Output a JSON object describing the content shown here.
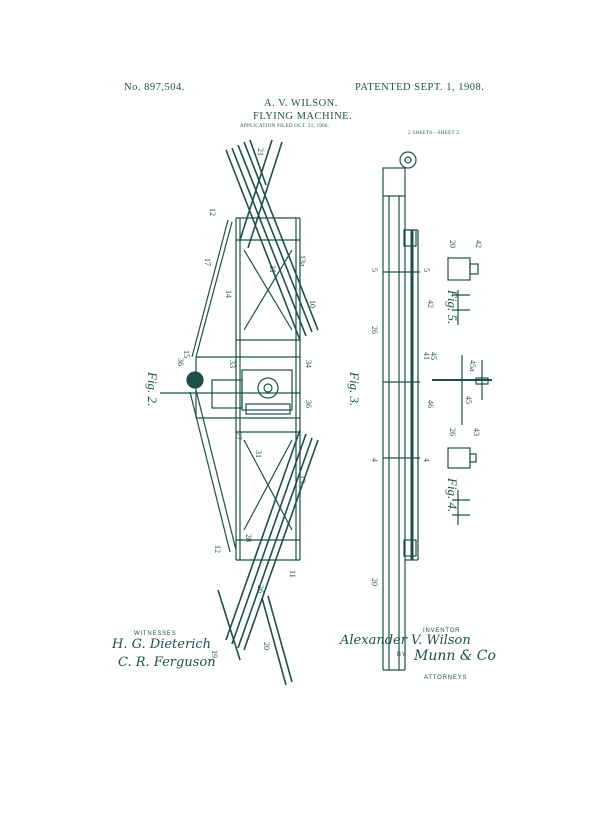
{
  "header": {
    "patent_no": "No. 897,504.",
    "patented": "PATENTED SEPT. 1, 1908.",
    "inventor_name": "A. V. WILSON.",
    "title": "FLYING MACHINE.",
    "application": "APPLICATION FILED OCT. 31, 1906.",
    "sheets": "2 SHEETS—SHEET 2."
  },
  "figures": {
    "fig2": "Fig. 2.",
    "fig3": "Fig. 3.",
    "fig4": "Fig. 4.",
    "fig5": "Fig. 5."
  },
  "footer": {
    "witnesses_label": "WITNESSES",
    "witness1": "H. G. Dieterich",
    "witness2": "C. R. Ferguson",
    "inventor_label": "INVENTOR",
    "inventor_signature": "Alexander V. Wilson",
    "by": "BY",
    "attorney_signature": "Munn & Co",
    "attorneys_label": "ATTORNEYS"
  },
  "colors": {
    "ink": "#1d5048",
    "paper": "#ffffff"
  }
}
